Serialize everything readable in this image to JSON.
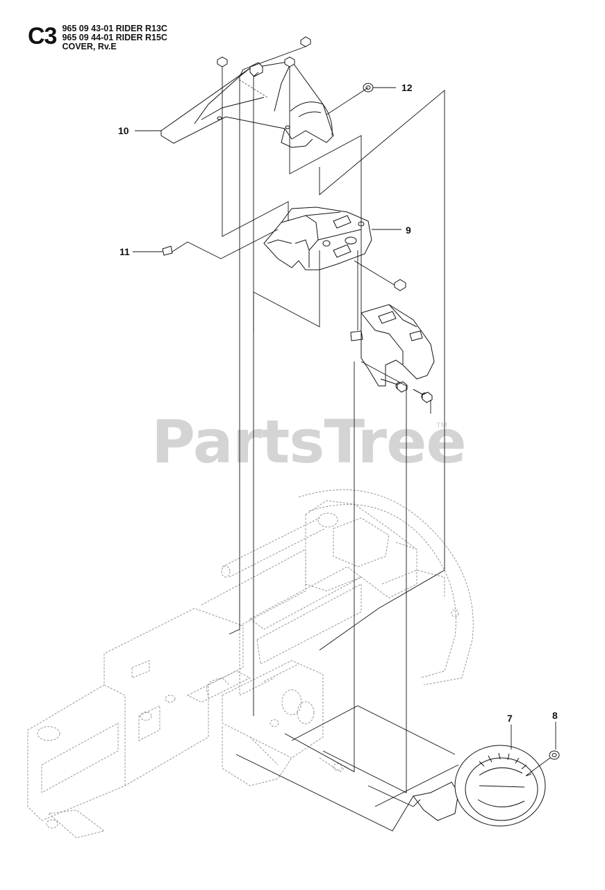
{
  "header": {
    "page_code": "C3",
    "lines": [
      "965 09 43-01 RIDER R13C",
      "965 09 44-01 RIDER R15C",
      "COVER, Rv.E"
    ]
  },
  "watermark": {
    "text": "PartsTree",
    "tm": "TM"
  },
  "callouts": [
    {
      "id": "10",
      "label": "10"
    },
    {
      "id": "12",
      "label": "12"
    },
    {
      "id": "9",
      "label": "9"
    },
    {
      "id": "11",
      "label": "11"
    },
    {
      "id": "7",
      "label": "7"
    },
    {
      "id": "8",
      "label": "8"
    }
  ]
}
